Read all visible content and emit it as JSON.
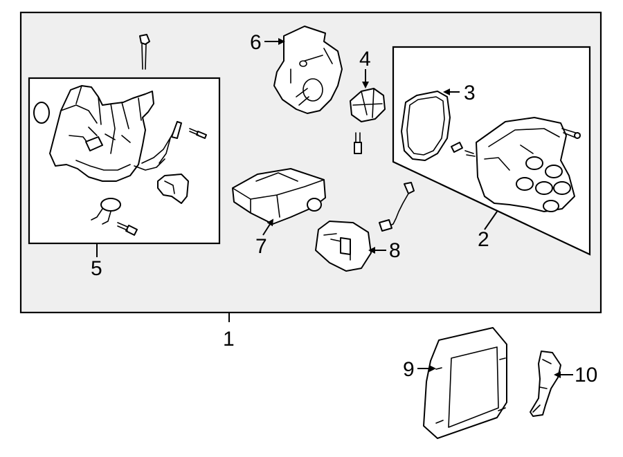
{
  "diagram": {
    "callouts": {
      "c1": "1",
      "c2": "2",
      "c3": "3",
      "c4": "4",
      "c5": "5",
      "c6": "6",
      "c7": "7",
      "c8": "8",
      "c9": "9",
      "c10": "10"
    },
    "colors": {
      "frame_fill": "#efefef",
      "inset_fill": "#ffffff",
      "line": "#000000"
    }
  }
}
